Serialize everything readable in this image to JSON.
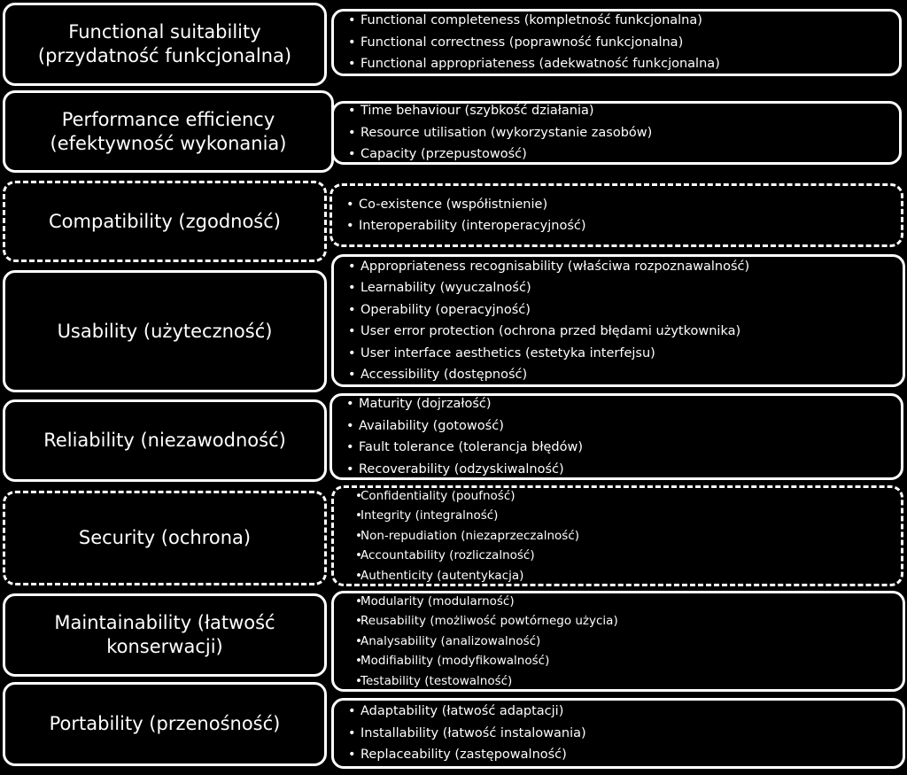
{
  "rows": [
    {
      "title": "Functional suitability (przydatność funkcjonalna)",
      "items": [
        "Functional completeness (kompletność funkcjonalna)",
        "Functional correctness (poprawność funkcjonalna)",
        "Functional appropriateness (adekwatność funkcjonalna)"
      ]
    },
    {
      "title": "Performance efficiency (efektywność wykonania)",
      "items": [
        "Time behaviour (szybkość działania)",
        "Resource utilisation (wykorzystanie zasobów)",
        "Capacity (przepustowość)"
      ]
    },
    {
      "title": "Compatibility (zgodność)",
      "items": [
        "Co-existence (współistnienie)",
        "Interoperability (interoperacyjność)"
      ]
    },
    {
      "title": "Usability (użyteczność)",
      "items": [
        "Appropriateness recognisability (właściwa rozpoznawalność)",
        "Learnability (wyuczalność)",
        "Operability (operacyjność)",
        "User error protection (ochrona przed błędami użytkownika)",
        "User interface aesthetics (estetyka interfejsu)",
        "Accessibility (dostępność)"
      ]
    },
    {
      "title": "Reliability (niezawodność)",
      "items": [
        "Maturity (dojrzałość)",
        "Availability (gotowość)",
        "Fault tolerance (tolerancja błędów)",
        "Recoverability (odzyskiwalność)"
      ]
    },
    {
      "title": "Security (ochrona)",
      "items": [
        "Confidentiality (poufność)",
        "Integrity (integralność)",
        "Non-repudiation (niezaprzeczalność)",
        "Accountability (rozliczalność)",
        "Authenticity (autentykacja)"
      ]
    },
    {
      "title": "Maintainability (łatwość konserwacji)",
      "items": [
        "Modularity (modularność)",
        "Reusability (możliwość powtórnego użycia)",
        "Analysability (analizowalność)",
        "Modifiability (modyfikowalność)",
        "Testability (testowalność)"
      ]
    },
    {
      "title": "Portability (przenośność)",
      "items": [
        "Adaptability (łatwość adaptacji)",
        "Installability (łatwość instalowania)",
        "Replaceability (zastępowalność)"
      ]
    }
  ]
}
